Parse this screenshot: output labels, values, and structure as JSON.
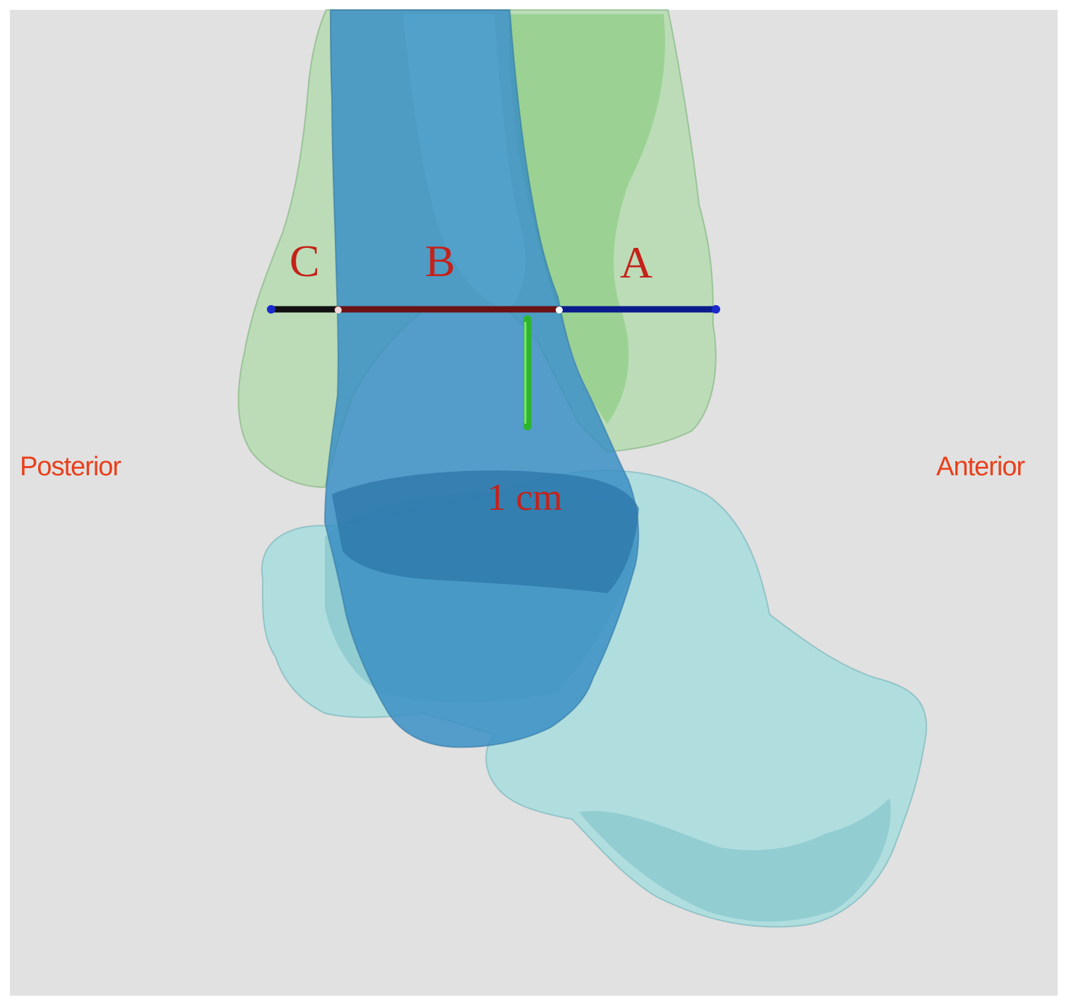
{
  "labels": {
    "posterior": "Posterior",
    "anterior": "Anterior",
    "segment_a": "A",
    "segment_b": "B",
    "segment_c": "C",
    "scale": "1 cm"
  },
  "colors": {
    "background": "#e1e1e1",
    "side_label_text": "#e8401c",
    "segment_label_text": "#c4221a",
    "fibula": "#9ed898",
    "tibia": "#3b8fc4",
    "talus_calcaneus": "#9fdcde",
    "segment_a_line": "#0a1c8c",
    "segment_b_line": "#6a1214",
    "segment_c_line": "#111111",
    "scale_bar": "#2db62d",
    "endpoint": "#1a2acc"
  },
  "icons": {
    "fibula": "fibula-bone-model",
    "tibia": "tibia-bone-model",
    "hindfoot": "talus-calcaneus-bone-model"
  }
}
